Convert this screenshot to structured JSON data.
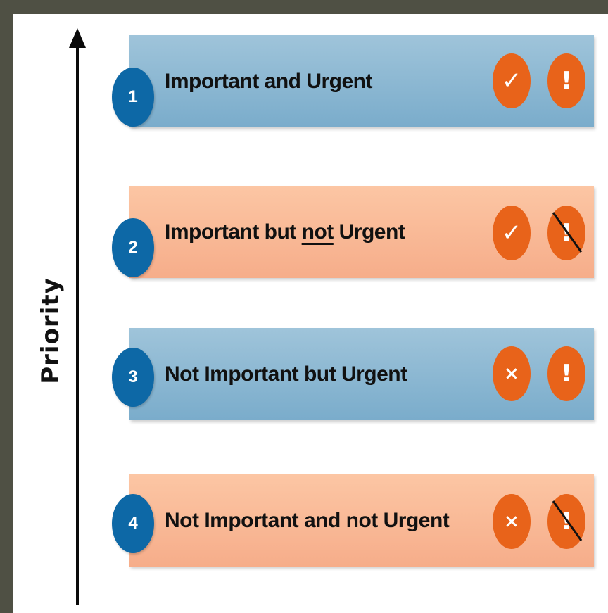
{
  "axis": {
    "label": "Priority"
  },
  "items": [
    {
      "number": "1",
      "text_before": "Important and Urgent",
      "underlined": "",
      "text_after": "",
      "important": "✓",
      "urgent": "!"
    },
    {
      "number": "2",
      "text_before": "Important but ",
      "underlined": "not",
      "text_after": " Urgent",
      "important": "✓",
      "urgent": "!"
    },
    {
      "number": "3",
      "text_before": "Not Important but Urgent",
      "underlined": "",
      "text_after": "",
      "important": "×",
      "urgent": "!"
    },
    {
      "number": "4",
      "text_before": "Not Important and not Urgent",
      "underlined": "",
      "text_after": "",
      "important": "×",
      "urgent": "!"
    }
  ],
  "colors": {
    "blue_bar": "#8ab8d3",
    "peach_bar": "#f9b996",
    "badge": "#0d68a6",
    "icon": "#e8631a",
    "outer_border": "#4f5044"
  },
  "icons": {
    "check": "check-icon",
    "cross": "cross-icon",
    "exclamation": "exclamation-icon",
    "exclamation_struck": "exclamation-struck-icon"
  }
}
